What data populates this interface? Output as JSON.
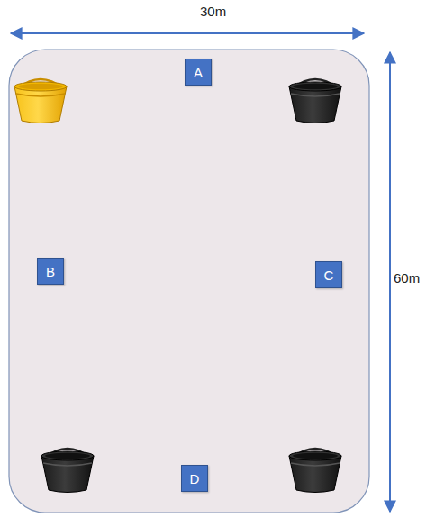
{
  "diagram": {
    "nodes": [
      {
        "text": [
          "A"
        ]
      },
      {
        "text": [
          "B"
        ]
      },
      {
        "text": [
          "C"
        ]
      },
      {
        "text": [
          "D"
        ]
      }
    ],
    "labels": [
      "30m",
      "60m"
    ]
  }
}
